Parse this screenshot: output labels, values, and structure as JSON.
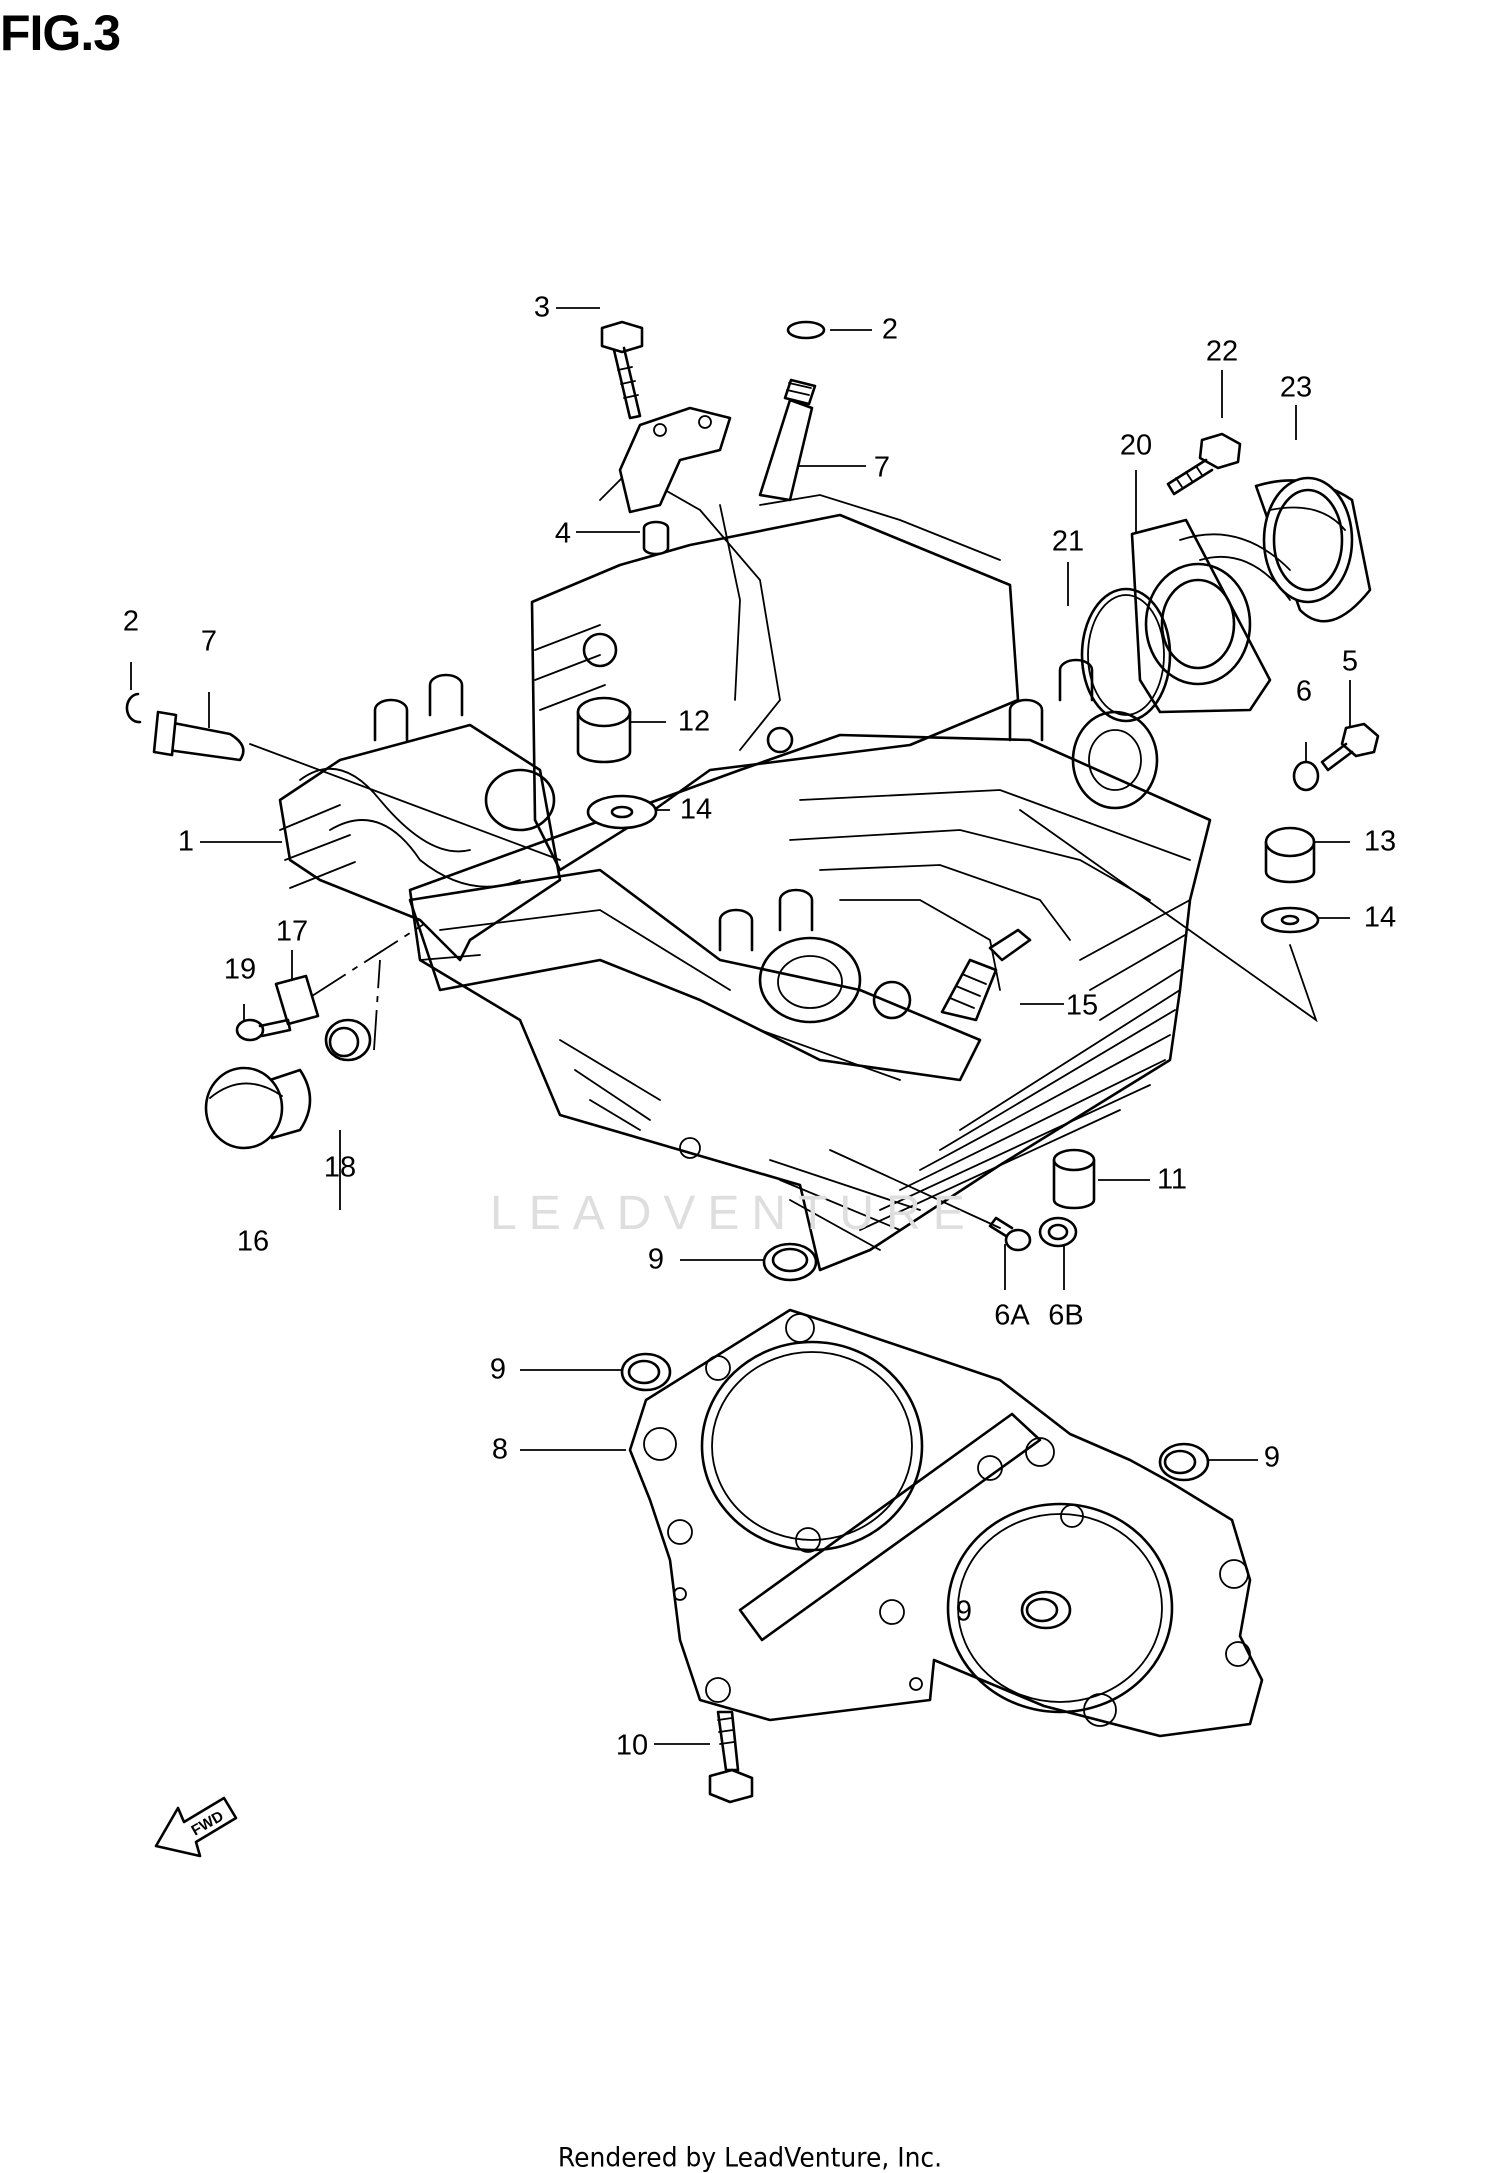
{
  "figure": {
    "title": "FIG.3"
  },
  "callouts": [
    {
      "id": "c-3",
      "label": "3"
    },
    {
      "id": "c-2a",
      "label": "2"
    },
    {
      "id": "c-7a",
      "label": "7"
    },
    {
      "id": "c-4",
      "label": "4"
    },
    {
      "id": "c-22",
      "label": "22"
    },
    {
      "id": "c-23",
      "label": "23"
    },
    {
      "id": "c-20",
      "label": "20"
    },
    {
      "id": "c-21",
      "label": "21"
    },
    {
      "id": "c-2b",
      "label": "2"
    },
    {
      "id": "c-7b",
      "label": "7"
    },
    {
      "id": "c-12",
      "label": "12"
    },
    {
      "id": "c-5",
      "label": "5"
    },
    {
      "id": "c-6",
      "label": "6"
    },
    {
      "id": "c-1",
      "label": "1"
    },
    {
      "id": "c-14a",
      "label": "14"
    },
    {
      "id": "c-13",
      "label": "13"
    },
    {
      "id": "c-14b",
      "label": "14"
    },
    {
      "id": "c-17",
      "label": "17"
    },
    {
      "id": "c-19",
      "label": "19"
    },
    {
      "id": "c-15",
      "label": "15"
    },
    {
      "id": "c-18",
      "label": "18"
    },
    {
      "id": "c-16",
      "label": "16"
    },
    {
      "id": "c-11",
      "label": "11"
    },
    {
      "id": "c-9a",
      "label": "9"
    },
    {
      "id": "c-6A",
      "label": "6A"
    },
    {
      "id": "c-6B",
      "label": "6B"
    },
    {
      "id": "c-9b",
      "label": "9"
    },
    {
      "id": "c-8",
      "label": "8"
    },
    {
      "id": "c-9c",
      "label": "9"
    },
    {
      "id": "c-9d",
      "label": "9"
    },
    {
      "id": "c-10",
      "label": "10"
    }
  ],
  "fwd_arrow": {
    "label": "FWD"
  },
  "watermark": "LEADVENTURE",
  "footer": {
    "text": "Rendered by LeadVenture, Inc."
  }
}
